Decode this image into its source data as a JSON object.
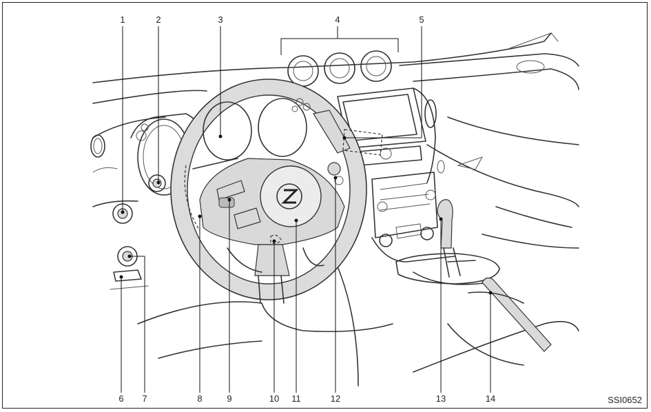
{
  "callouts": [
    {
      "id": "1",
      "label": "1"
    },
    {
      "id": "2",
      "label": "2"
    },
    {
      "id": "3",
      "label": "3"
    },
    {
      "id": "4",
      "label": "4"
    },
    {
      "id": "5",
      "label": "5"
    },
    {
      "id": "6",
      "label": "6"
    },
    {
      "id": "7",
      "label": "7"
    },
    {
      "id": "8",
      "label": "8"
    },
    {
      "id": "9",
      "label": "9"
    },
    {
      "id": "10",
      "label": "10"
    },
    {
      "id": "11",
      "label": "11"
    },
    {
      "id": "12",
      "label": "12"
    },
    {
      "id": "13",
      "label": "13"
    },
    {
      "id": "14",
      "label": "14"
    }
  ],
  "figure_code": "SSI0652"
}
